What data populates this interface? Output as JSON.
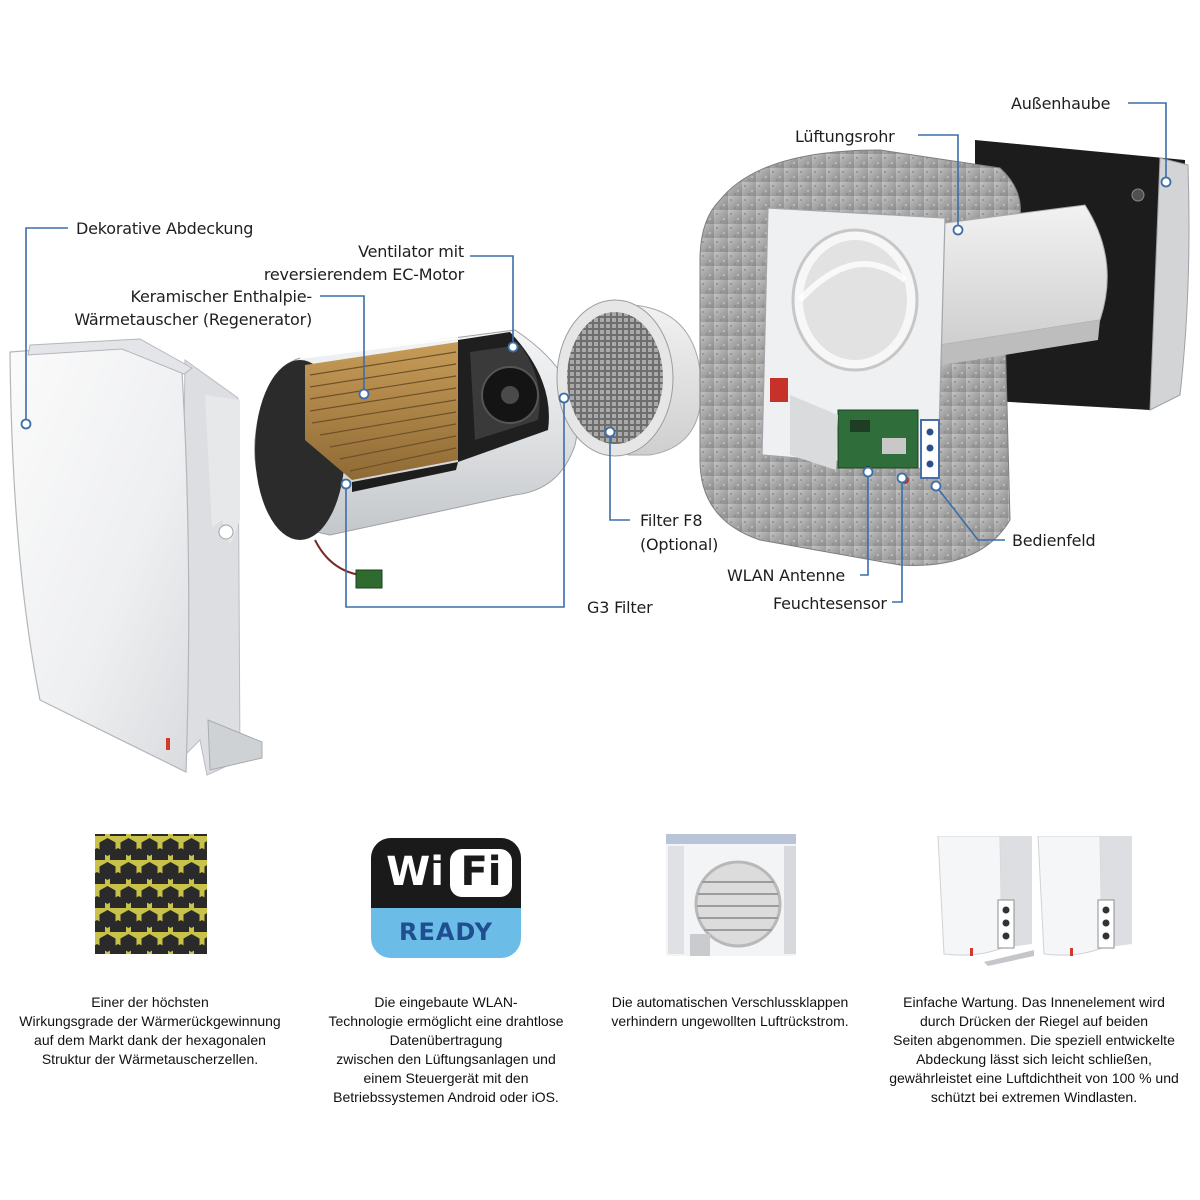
{
  "diagram": {
    "labels": {
      "aussenhaube": "Außenhaube",
      "lueftungsrohr": "Lüftungsrohr",
      "dekorative_abdeckung": "Dekorative Abdeckung",
      "ventilator_line1": "Ventilator mit",
      "ventilator_line2": "reversierendem EC-Motor",
      "keramischer_line1": "Keramischer Enthalpie-",
      "keramischer_line2": "Wärmetauscher (Regenerator)",
      "filter_f8_line1": "Filter F8",
      "filter_f8_line2": "(Optional)",
      "bedienfeld": "Bedienfeld",
      "wlan_antenne": "WLAN Antenne",
      "feuchtesensor": "Feuchtesensor",
      "g3_filter": "G3 Filter"
    },
    "colors": {
      "leader_line": "#3c6ea8",
      "insulation": "#9a9a9a",
      "panel": "#eceff2",
      "regenerator": "#b48a4a"
    }
  },
  "features": [
    {
      "icon": "honeycomb-icon",
      "lines": [
        "Einer der höchsten",
        "Wirkungsgrade der Wärmerückgewinnung",
        "auf dem Markt dank der hexagonalen",
        "Struktur der Wärmetauscherzellen."
      ]
    },
    {
      "icon": "wifi-ready-logo",
      "logo_wi": "Wi",
      "logo_fi": "Fi",
      "logo_ready": "READY",
      "lines": [
        "Die eingebaute WLAN-",
        "Technologie ermöglicht eine drahtlose",
        "Datenübertragung",
        "zwischen den Lüftungsanlagen und",
        "einem Steuergerät mit den",
        "Betriebssystemen Android oder iOS."
      ]
    },
    {
      "icon": "shutter-flaps-icon",
      "lines": [
        "Die automatischen Verschlussklappen",
        "verhindern ungewollten Luftrückstrom."
      ]
    },
    {
      "icon": "maintenance-covers-icon",
      "lines": [
        "Einfache Wartung. Das Innenelement wird",
        "durch Drücken der Riegel auf beiden",
        "Seiten abgenommen. Die speziell entwickelte",
        "Abdeckung lässt sich leicht schließen,",
        "gewährleistet eine Luftdichtheit von 100 % und",
        "schützt bei extremen Windlasten."
      ]
    }
  ]
}
